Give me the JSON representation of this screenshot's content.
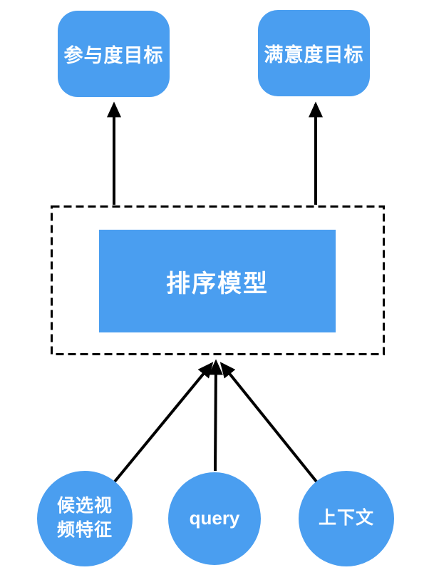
{
  "diagram": {
    "outputs": [
      {
        "label": "参与度目标"
      },
      {
        "label": "满意度目标"
      }
    ],
    "model": {
      "label": "排序模型"
    },
    "inputs": [
      {
        "label": "候选视频特征",
        "lines": [
          "候选视",
          "频特征"
        ]
      },
      {
        "label": "query"
      },
      {
        "label": "上下文"
      }
    ],
    "colors": {
      "node_fill": "#4A9EF0",
      "node_text": "#FFFFFF",
      "arrow": "#000000",
      "dashed_border": "#000000",
      "background": "#FFFFFF"
    }
  }
}
